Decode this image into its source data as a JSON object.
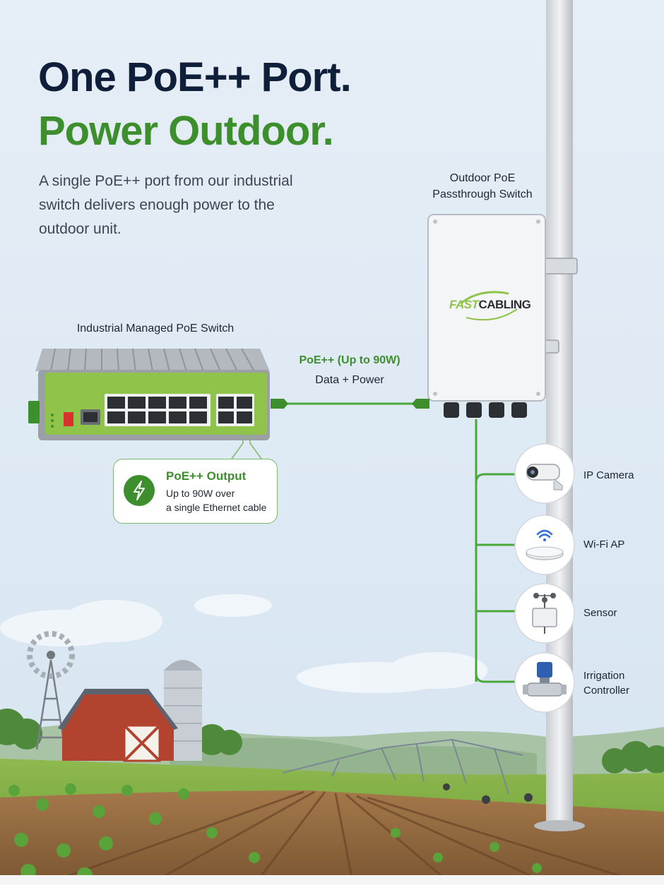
{
  "header": {
    "line1": "One PoE++ Port.",
    "line2": "Power Outdoor."
  },
  "intro": "A single PoE++ port from our industrial switch delivers enough power to the outdoor unit.",
  "industrial_switch": {
    "label": "Industrial Managed PoE Switch"
  },
  "outdoor_switch": {
    "label_line1": "Outdoor PoE",
    "label_line2": "Passthrough Switch",
    "brand_a": "FAST",
    "brand_b": "CABLING"
  },
  "link": {
    "power": "PoE++ (Up to 90W)",
    "data": "Data + Power"
  },
  "callout": {
    "title": "PoE++ Output",
    "line1": "Up to 90W over",
    "line2": "a single Ethernet cable"
  },
  "devices": [
    {
      "label": "IP Camera",
      "icon": "ip-camera-icon"
    },
    {
      "label": "Wi-Fi AP",
      "icon": "wifi-access-point-icon"
    },
    {
      "label": "Sensor",
      "icon": "weather-sensor-icon"
    },
    {
      "label": "Irrigation",
      "label2": "Controller",
      "icon": "irrigation-valve-icon"
    }
  ],
  "colors": {
    "accent_green": "#3d8f2e",
    "navy": "#0f1f3a",
    "switch_green": "#8fc34a",
    "sky": "#dfeaf4"
  }
}
